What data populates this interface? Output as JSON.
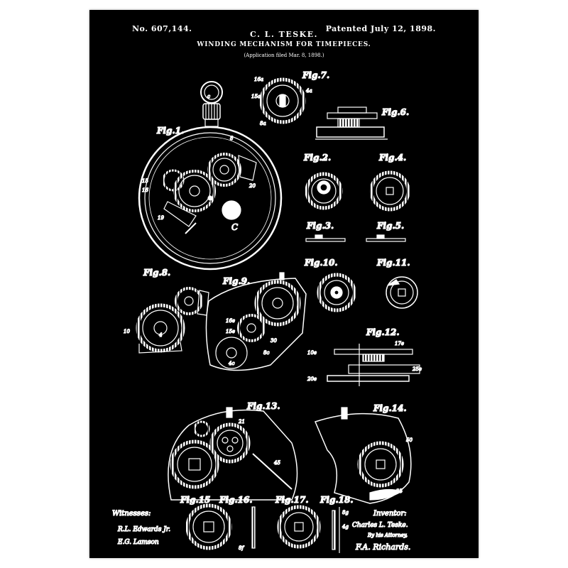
{
  "header": {
    "patent_no": "No. 607,144.",
    "patented": "Patented July 12, 1898.",
    "inventor_name": "C. L. TESKE.",
    "title": "WINDING MECHANISM FOR TIMEPIECES.",
    "application": "(Application filed Mar. 8, 1898.)"
  },
  "figures": {
    "fig1": "Fig.1.",
    "fig2": "Fig.2.",
    "fig3": "Fig.3.",
    "fig4": "Fig.4.",
    "fig5": "Fig.5.",
    "fig6": "Fig.6.",
    "fig7": "Fig.7.",
    "fig8": "Fig.8.",
    "fig9": "Fig.9.",
    "fig10": "Fig.10.",
    "fig11": "Fig.11.",
    "fig12": "Fig.12.",
    "fig13": "Fig.13.",
    "fig14": "Fig.14.",
    "fig15": "Fig.15",
    "fig16": "Fig.16.",
    "fig17": "Fig.17.",
    "fig18": "Fig.18."
  },
  "references": {
    "c_top": "c",
    "c_big": "C",
    "r8": "8",
    "r15": "15",
    "r16": "16",
    "r20": "20",
    "r19": "19",
    "r10": "10",
    "r4": "4",
    "r16a": "16a",
    "r15a": "15a",
    "r4a": "4a",
    "r8a": "8a",
    "r16e": "16e",
    "r15e": "15e",
    "r30": "30",
    "r8c": "8c",
    "r4c": "4c",
    "r25e": "25e",
    "r10e": "10e",
    "r20e": "20e",
    "r17e": "17e",
    "r21": "21",
    "r45": "45",
    "r50": "50",
    "r25": "25",
    "r8g": "8g",
    "r4g": "4g",
    "r8f": "8f"
  },
  "footer": {
    "witnesses_label": "Witnesses:",
    "witness_1": "R.L. Edwards Jr.",
    "witness_2": "E.G. Lamson",
    "inventor_label": "Inventor:",
    "inventor_full": "Charles L. Teske.",
    "attorney_label": "By his Attorney,",
    "attorney_sig": "F.A. Richards."
  },
  "colors": {
    "background": "#000000",
    "ink": "#ffffff",
    "page": "#ffffff"
  }
}
